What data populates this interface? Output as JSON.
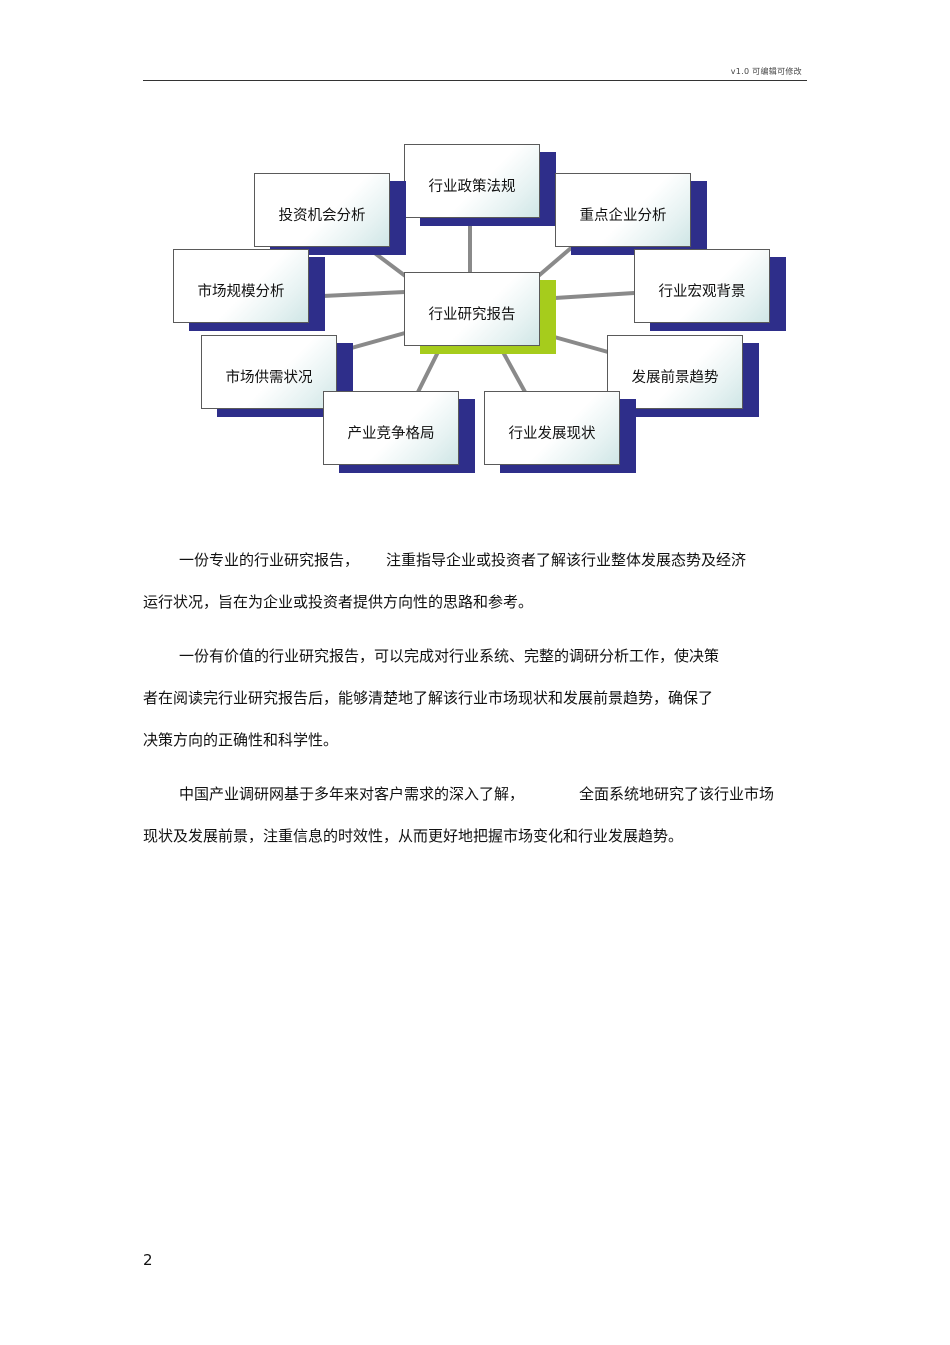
{
  "header": {
    "version_text": "v1.0  可编辑可修改"
  },
  "diagram": {
    "center": "行业研究报告",
    "nodes": {
      "policy": "行业政策法规",
      "investment": "投资机会分析",
      "key_enterprises": "重点企业分析",
      "market_size": "市场规模分析",
      "macro_background": "行业宏观背景",
      "supply_demand": "市场供需状况",
      "prospects": "发展前景趋势",
      "competition": "产业竞争格局",
      "current_status": "行业发展现状"
    }
  },
  "body": {
    "p1_line1a": "一份专业的行业研究报告，",
    "p1_line1b": "注重指导企业或投资者了解该行业整体发展态势及经济",
    "p1_line2": "运行状况，旨在为企业或投资者提供方向性的思路和参考。",
    "p2_line1": "一份有价值的行业研究报告，可以完成对行业系统、完整的调研分析工作，使决策",
    "p2_line2": "者在阅读完行业研究报告后，能够清楚地了解该行业市场现状和发展前景趋势，确保了",
    "p2_line3": "决策方向的正确性和科学性。",
    "p3_line1a": "中国产业调研网基于多年来对客户需求的深入了解，",
    "p3_line1b": "全面系统地研究了该行业市场",
    "p3_line2": "现状及发展前景，注重信息的时效性，从而更好地把握市场变化和行业发展趋势。"
  },
  "footer": {
    "page_number": "2"
  }
}
